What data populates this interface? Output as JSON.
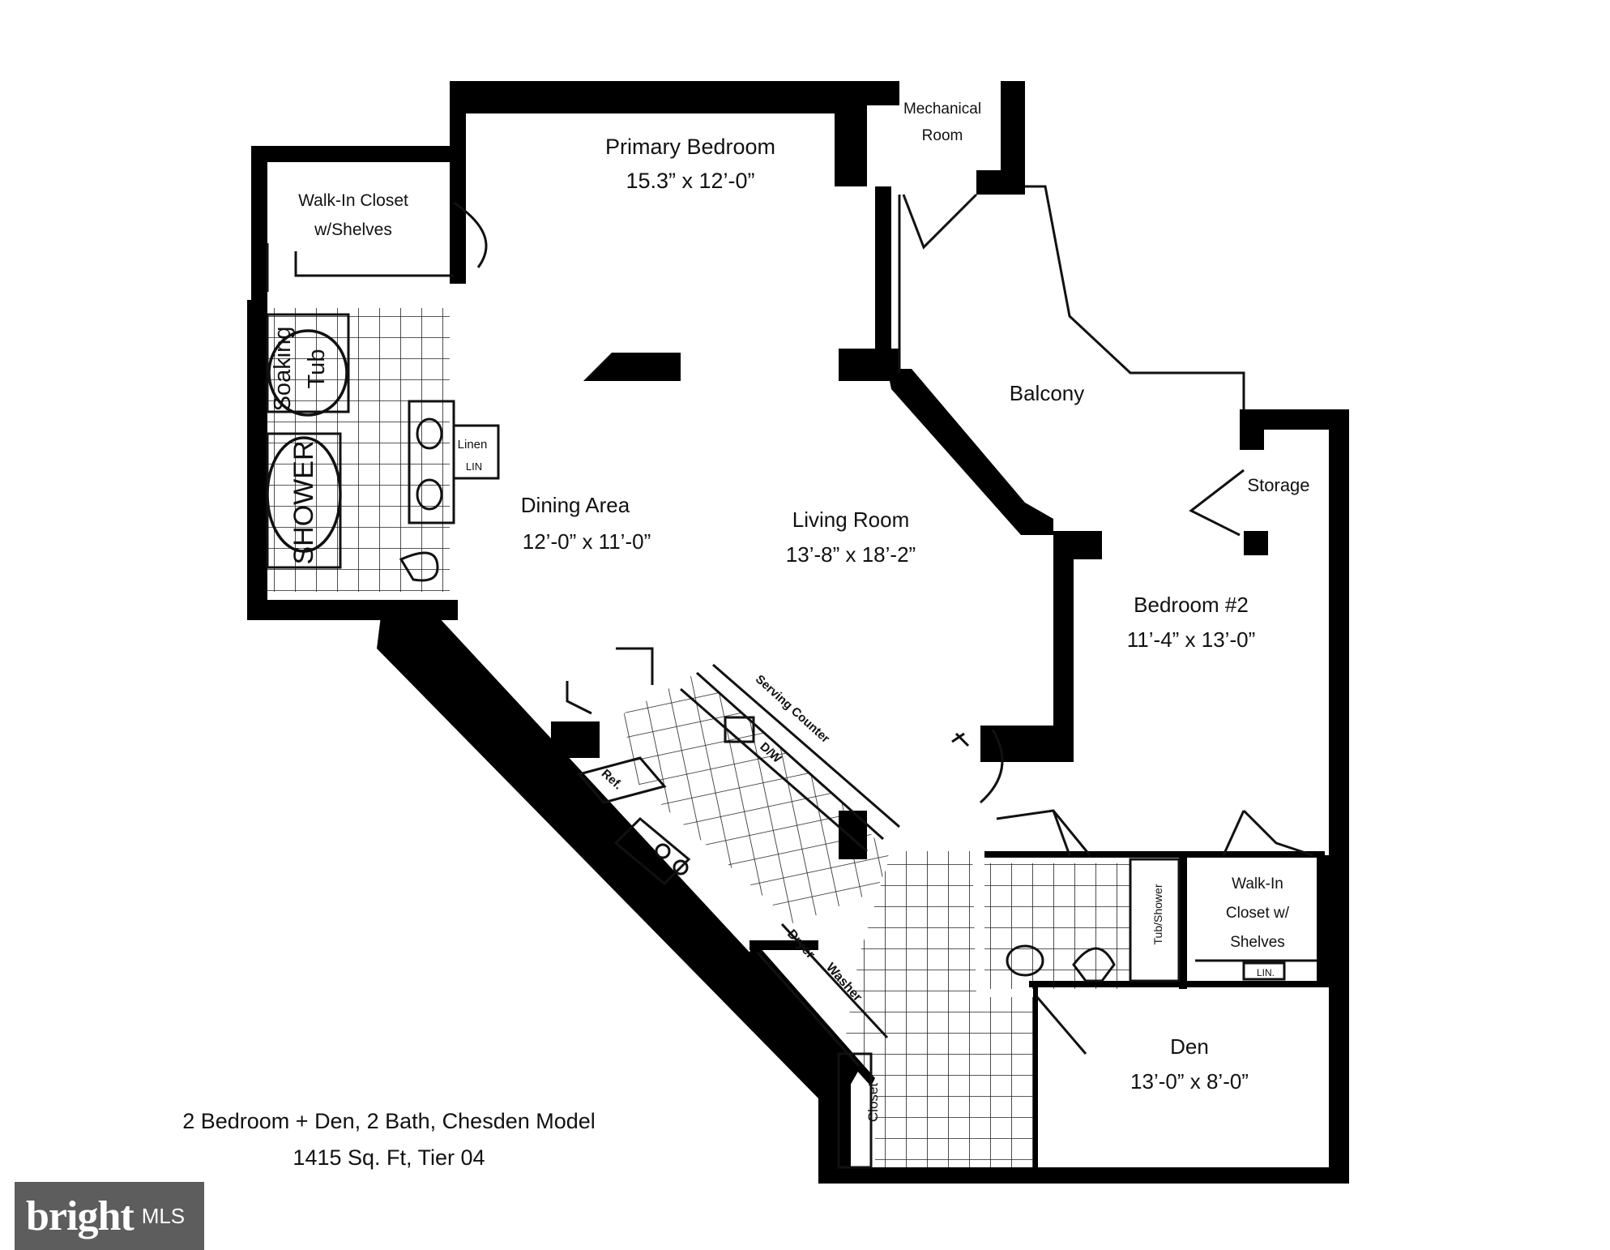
{
  "rooms": {
    "primary_bedroom": {
      "name": "Primary Bedroom",
      "dims": "15.3” x 12’-0”"
    },
    "mechanical_room": {
      "line1": "Mechanical",
      "line2": "Room"
    },
    "walk_in_closet_primary": {
      "line1": "Walk-In Closet",
      "line2": "w/Shelves"
    },
    "soaking_tub": {
      "line1": "Soaking",
      "line2": "Tub"
    },
    "shower": "SHOWER",
    "linen": "Linen",
    "linen_abbr": "LIN",
    "balcony": "Balcony",
    "storage": "Storage",
    "dining_area": {
      "name": "Dining Area",
      "dims": "12’-0” x 11’-0”"
    },
    "living_room": {
      "name": "Living Room",
      "dims": "13’-8” x 18’-2”"
    },
    "bedroom_2": {
      "name": "Bedroom #2",
      "dims": "11’-4” x 13’-0”"
    },
    "serving_counter": "Serving Counter",
    "dishwasher": "D/W",
    "refrigerator": "Ref.",
    "dryer": "Dryer",
    "washer": "Washer",
    "tub_shower": "Tub/Shower",
    "walk_in_closet_2": {
      "line1": "Walk-In",
      "line2": "Closet w/",
      "line3": "Shelves"
    },
    "lin_closet_2": "LIN.",
    "den": {
      "name": "Den",
      "dims": "13’-0” x 8’-0”"
    },
    "closet": "Closet"
  },
  "caption": {
    "line1": "2 Bedroom + Den, 2 Bath, Chesden Model",
    "line2": "1415 Sq. Ft, Tier 04"
  },
  "logo": {
    "brand": "bright",
    "suffix": "MLS"
  }
}
